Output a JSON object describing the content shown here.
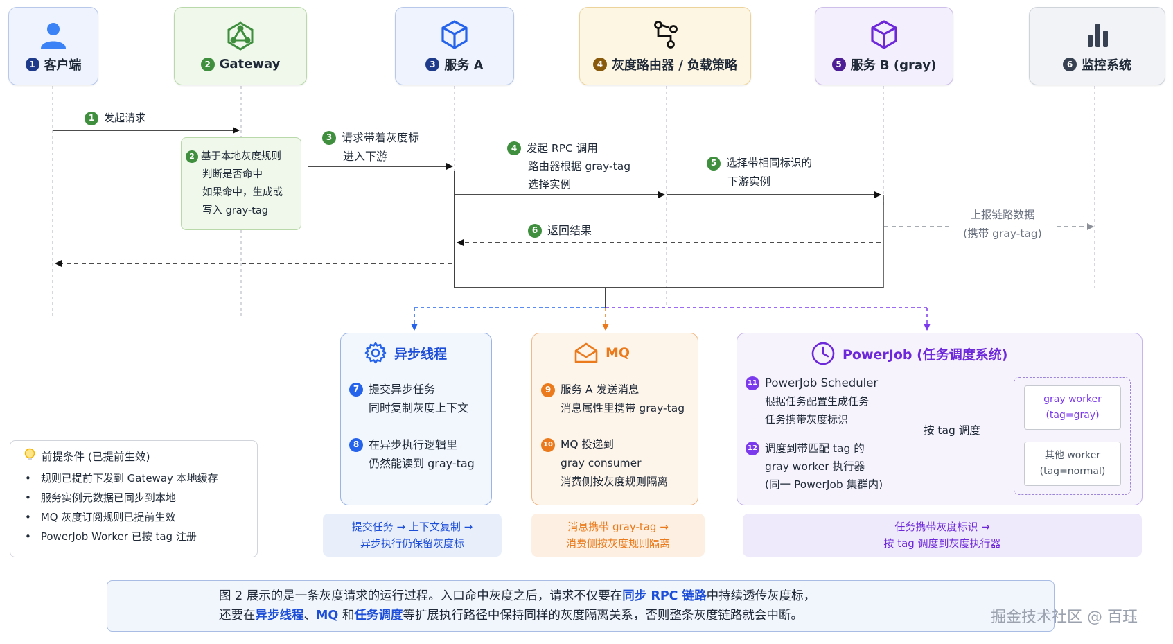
{
  "actors": [
    {
      "num": "1",
      "label": "客户端"
    },
    {
      "num": "2",
      "label": "Gateway"
    },
    {
      "num": "3",
      "label": "服务 A"
    },
    {
      "num": "4",
      "label": "灰度路由器 / 负载策略"
    },
    {
      "num": "5",
      "label": "服务 B (gray)"
    },
    {
      "num": "6",
      "label": "监控系统"
    }
  ],
  "steps": {
    "s1": {
      "num": "1",
      "text": "发起请求"
    },
    "s2": {
      "num": "2",
      "lines": [
        "基于本地灰度规则",
        "判断是否命中",
        "如果命中，生成或",
        "写入 gray-tag"
      ]
    },
    "s3": {
      "num": "3",
      "lines": [
        "请求带着灰度标",
        "进入下游"
      ]
    },
    "s4": {
      "num": "4",
      "lines": [
        "发起 RPC 调用",
        "路由器根据 gray-tag",
        "选择实例"
      ]
    },
    "s5": {
      "num": "5",
      "lines": [
        "选择带相同标识的",
        "下游实例"
      ]
    },
    "s6": {
      "num": "6",
      "text": "返回结果"
    },
    "report": [
      "上报链路数据",
      "(携带 gray-tag)"
    ]
  },
  "async_panel": {
    "title": "异步线程",
    "items": [
      {
        "num": "7",
        "lines": [
          "提交异步任务",
          "同时复制灰度上下文"
        ]
      },
      {
        "num": "8",
        "lines": [
          "在异步执行逻辑里",
          "仍然能读到 gray-tag"
        ]
      }
    ],
    "strip": [
      "提交任务 → 上下文复制 →",
      "异步执行仍保留灰度标"
    ]
  },
  "mq_panel": {
    "title": "MQ",
    "items": [
      {
        "num": "9",
        "lines": [
          "服务 A 发送消息",
          "消息属性里携带 gray-tag"
        ]
      },
      {
        "num": "10",
        "lines": [
          "MQ 投递到",
          "gray consumer",
          "消费侧按灰度规则隔离"
        ]
      }
    ],
    "strip": [
      "消息携带 gray-tag →",
      "消费侧按灰度规则隔离"
    ]
  },
  "powerjob_panel": {
    "title": "PowerJob (任务调度系统)",
    "items": [
      {
        "num": "11",
        "lines": [
          "PowerJob Scheduler",
          "根据任务配置生成任务",
          "任务携带灰度标识"
        ]
      },
      {
        "num": "12",
        "lines": [
          "调度到带匹配 tag 的",
          "gray worker 执行器",
          "(同一 PowerJob 集群内)"
        ]
      }
    ],
    "dispatch_label": "按 tag 调度",
    "workers": [
      {
        "name": "gray worker",
        "tag": "(tag=gray)"
      },
      {
        "name": "其他 worker",
        "tag": "(tag=normal)"
      }
    ],
    "strip": [
      "任务携带灰度标识 →",
      "按 tag 调度到灰度执行器"
    ]
  },
  "prereq": {
    "title": "前提条件 (已提前生效)",
    "items": [
      "规则已提前下发到 Gateway 本地缓存",
      "服务实例元数据已同步到本地",
      "MQ 灰度订阅规则已提前生效",
      "PowerJob Worker 已按 tag 注册"
    ]
  },
  "caption": {
    "line1_before": "图 2 展示的是一条灰度请求的运行过程。入口命中灰度之后，请求不仅要在",
    "line1_hl": "同步 RPC 链路",
    "line1_after": "中持续透传灰度标，",
    "line2_pre": "还要在",
    "line2_hl1": "异步线程",
    "line2_sep1": "、",
    "line2_hl2": "MQ",
    "line2_sep2": " 和",
    "line2_hl3": "任务调度",
    "line2_after": "等扩展执行路径中保持同样的灰度隔离关系，否则整条灰度链路就会中断。"
  },
  "watermark": "掘金技术社区 @ 百珏",
  "colors": {
    "blue": "#2563eb",
    "green": "#3f8f3f",
    "orange": "#ea7a1c",
    "purple": "#7c3aed"
  }
}
